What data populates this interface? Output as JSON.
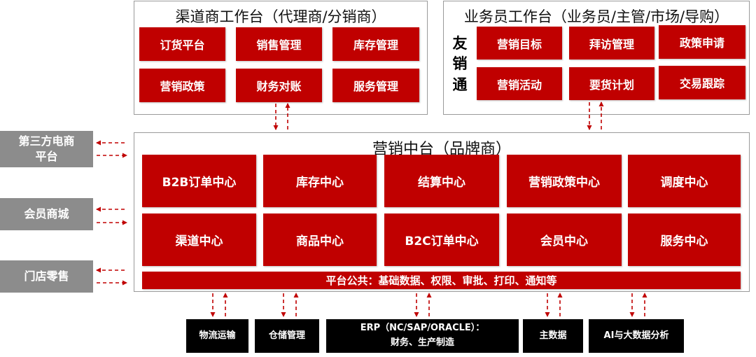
{
  "channel_workbench": {
    "title": "渠道商工作台（代理商/分销商）",
    "modules": [
      "订货平台",
      "销售管理",
      "库存管理",
      "营销政策",
      "财务对账",
      "服务管理"
    ]
  },
  "sales_workbench": {
    "title": "业务员工作台（业务员/主管/市场/导购）",
    "app_name": [
      "友",
      "销",
      "通"
    ],
    "modules": [
      "营销目标",
      "拜访管理",
      "政策申请",
      "营销活动",
      "要货计划",
      "交易跟踪"
    ]
  },
  "marketing_platform": {
    "title": "营销中台（品牌商）",
    "row1": [
      "B2B订单中心",
      "库存中心",
      "结算中心",
      "营销政策中心",
      "调度中心"
    ],
    "row2": [
      "渠道中心",
      "商品中心",
      "B2C订单中心",
      "会员中心",
      "服务中心"
    ],
    "common": "平台公共：基础数据、权限、审批、打印、通知等"
  },
  "external_channels": [
    {
      "line1": "第三方电商",
      "line2": "平台"
    },
    {
      "line1": "会员商城",
      "line2": ""
    },
    {
      "line1": "门店零售",
      "line2": ""
    }
  ],
  "backend_systems": [
    {
      "line1": "物流运输",
      "line2": ""
    },
    {
      "line1": "仓储管理",
      "line2": ""
    },
    {
      "line1": "ERP（NC/SAP/ORACLE）：",
      "line2": "财务、生产制造"
    },
    {
      "line1": "主数据",
      "line2": ""
    },
    {
      "line1": "AI与大数据分析",
      "line2": ""
    }
  ],
  "colors": {
    "accent": "#c00000",
    "side": "#8c8c8c",
    "bottom": "#000000",
    "border": "#9a9a9a"
  }
}
